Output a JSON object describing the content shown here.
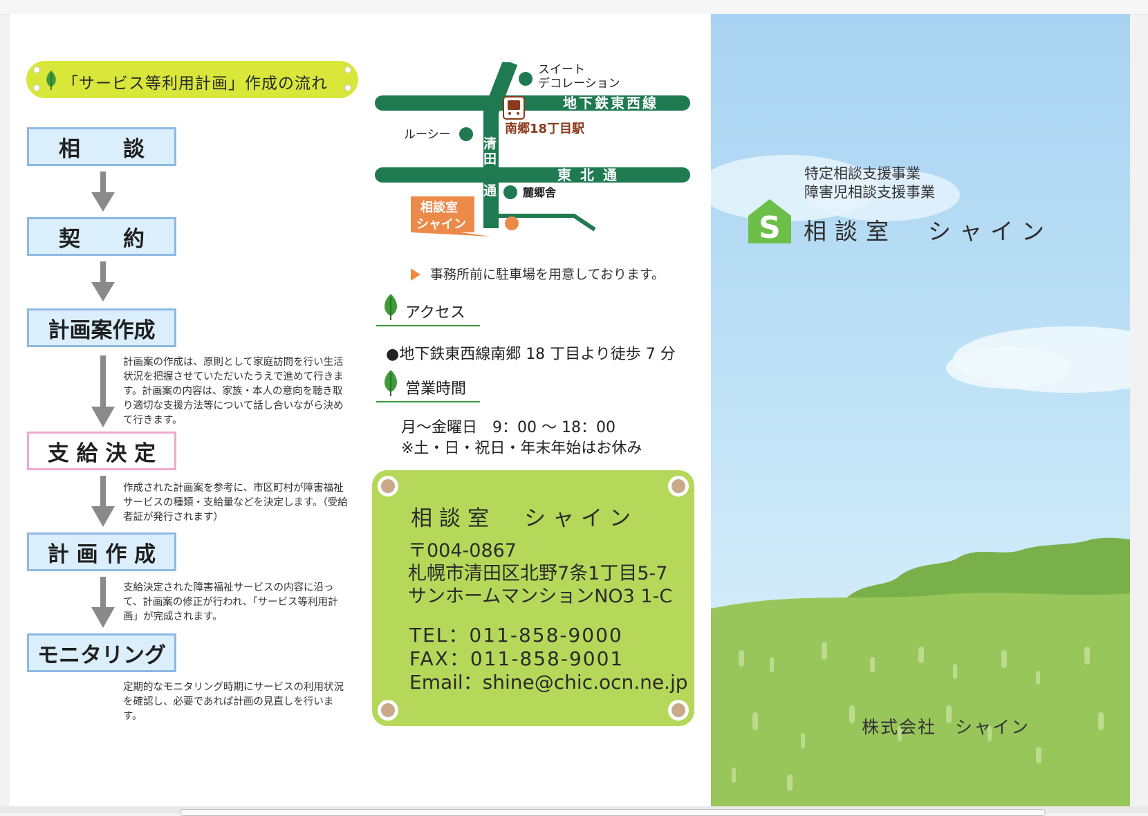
{
  "flow": {
    "title": "「サービス等利用計画」作成の流れ",
    "steps": [
      {
        "label": "相　　談"
      },
      {
        "label": "契　　約"
      },
      {
        "label": "計画案作成"
      },
      {
        "label": "支 給 決 定"
      },
      {
        "label": "計 画 作 成"
      },
      {
        "label": "モニタリング"
      }
    ],
    "notes": [
      "計画案の作成は、原則として家庭訪問を行い生活状況を把握させていただいたうえで進めて行きます。計画案の内容は、家族・本人の意向を聴き取り適切な支援方法等について話し合いながら決めて行きます。",
      "作成された計画案を参考に、市区町村が障害福祉サービスの種類・支給量などを決定します。（受給者証が発行されます）",
      "支給決定された障害福祉サービスの内容に沿って、計画案の修正が行われ、「サービス等利用計画」が完成されます。",
      "定期的なモニタリング時期にサービスの利用状況を確認し、必要であれば計画の見直しを行います。"
    ]
  },
  "map": {
    "landmarks": {
      "sweet_1": "スイート",
      "sweet_2": "デコレーション",
      "lucy": "ルーシー",
      "reikyosha": "麓郷舎"
    },
    "roads": {
      "subway_line": "地下鉄東西線",
      "tohoku": "東 北 通",
      "kiyota_1": "清",
      "kiyota_2": "田",
      "kiyota_3": "通"
    },
    "station": "南郷18丁目駅",
    "office_1": "相談室",
    "office_2": "シャイン",
    "colors": {
      "road": "#1f7a52",
      "office": "#ec8a4a",
      "station_text": "#8a3a1a"
    }
  },
  "parking_note": "事務所前に駐車場を用意しております。",
  "access": {
    "heading": "アクセス",
    "line": "●地下鉄東西線南郷 18 丁目より徒歩 7 分"
  },
  "hours": {
    "heading": "営業時間",
    "line1": "月〜金曜日　9：00 〜 18：00",
    "line2": "※土・日・祝日・年末年始はお休み"
  },
  "contact": {
    "name": "相談室　シャイン",
    "postal": "〒004-0867",
    "address1": "札幌市清田区北野7条1丁目5-7",
    "address2": "サンホームマンションNO3 1-C",
    "tel": "TEL：011-858-9000",
    "fax": "FAX：011-858-9001",
    "email": "Email：shine@chic.ocn.ne.jp"
  },
  "cover": {
    "subtitle1": "特定相談支援事業",
    "subtitle2": "障害児相談支援事業",
    "logo_letter": "S",
    "brand": "相談室　シャイン",
    "company": "株式会社　シャイン",
    "colors": {
      "logo": "#6cc04a",
      "grass": "#98c65a",
      "sky": "#b6dcf5"
    }
  }
}
